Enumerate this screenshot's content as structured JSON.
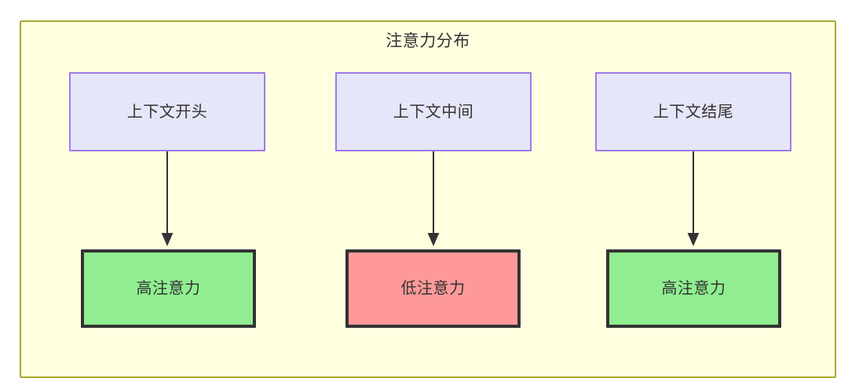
{
  "diagram": {
    "title": "注意力分布",
    "colors": {
      "container_fill": "#ffffe0",
      "container_border": "#aaaa33",
      "context_fill": "#e6e6fa",
      "context_border": "#9f7aea",
      "high_attention_fill": "#90ee90",
      "low_attention_fill": "#ff9999",
      "node_border": "#333333",
      "edge": "#333333",
      "text": "#333333"
    },
    "context_nodes": [
      {
        "id": "ctx-start",
        "label": "上下文开头"
      },
      {
        "id": "ctx-middle",
        "label": "上下文中间"
      },
      {
        "id": "ctx-end",
        "label": "上下文结尾"
      }
    ],
    "attention_nodes": [
      {
        "id": "attn-start",
        "label": "高注意力",
        "level": "high"
      },
      {
        "id": "attn-middle",
        "label": "低注意力",
        "level": "low"
      },
      {
        "id": "attn-end",
        "label": "高注意力",
        "level": "high"
      }
    ],
    "edges": [
      {
        "from": "ctx-start",
        "to": "attn-start",
        "label": ""
      },
      {
        "from": "ctx-middle",
        "to": "attn-middle",
        "label": ""
      },
      {
        "from": "ctx-end",
        "to": "attn-end",
        "label": ""
      }
    ]
  }
}
